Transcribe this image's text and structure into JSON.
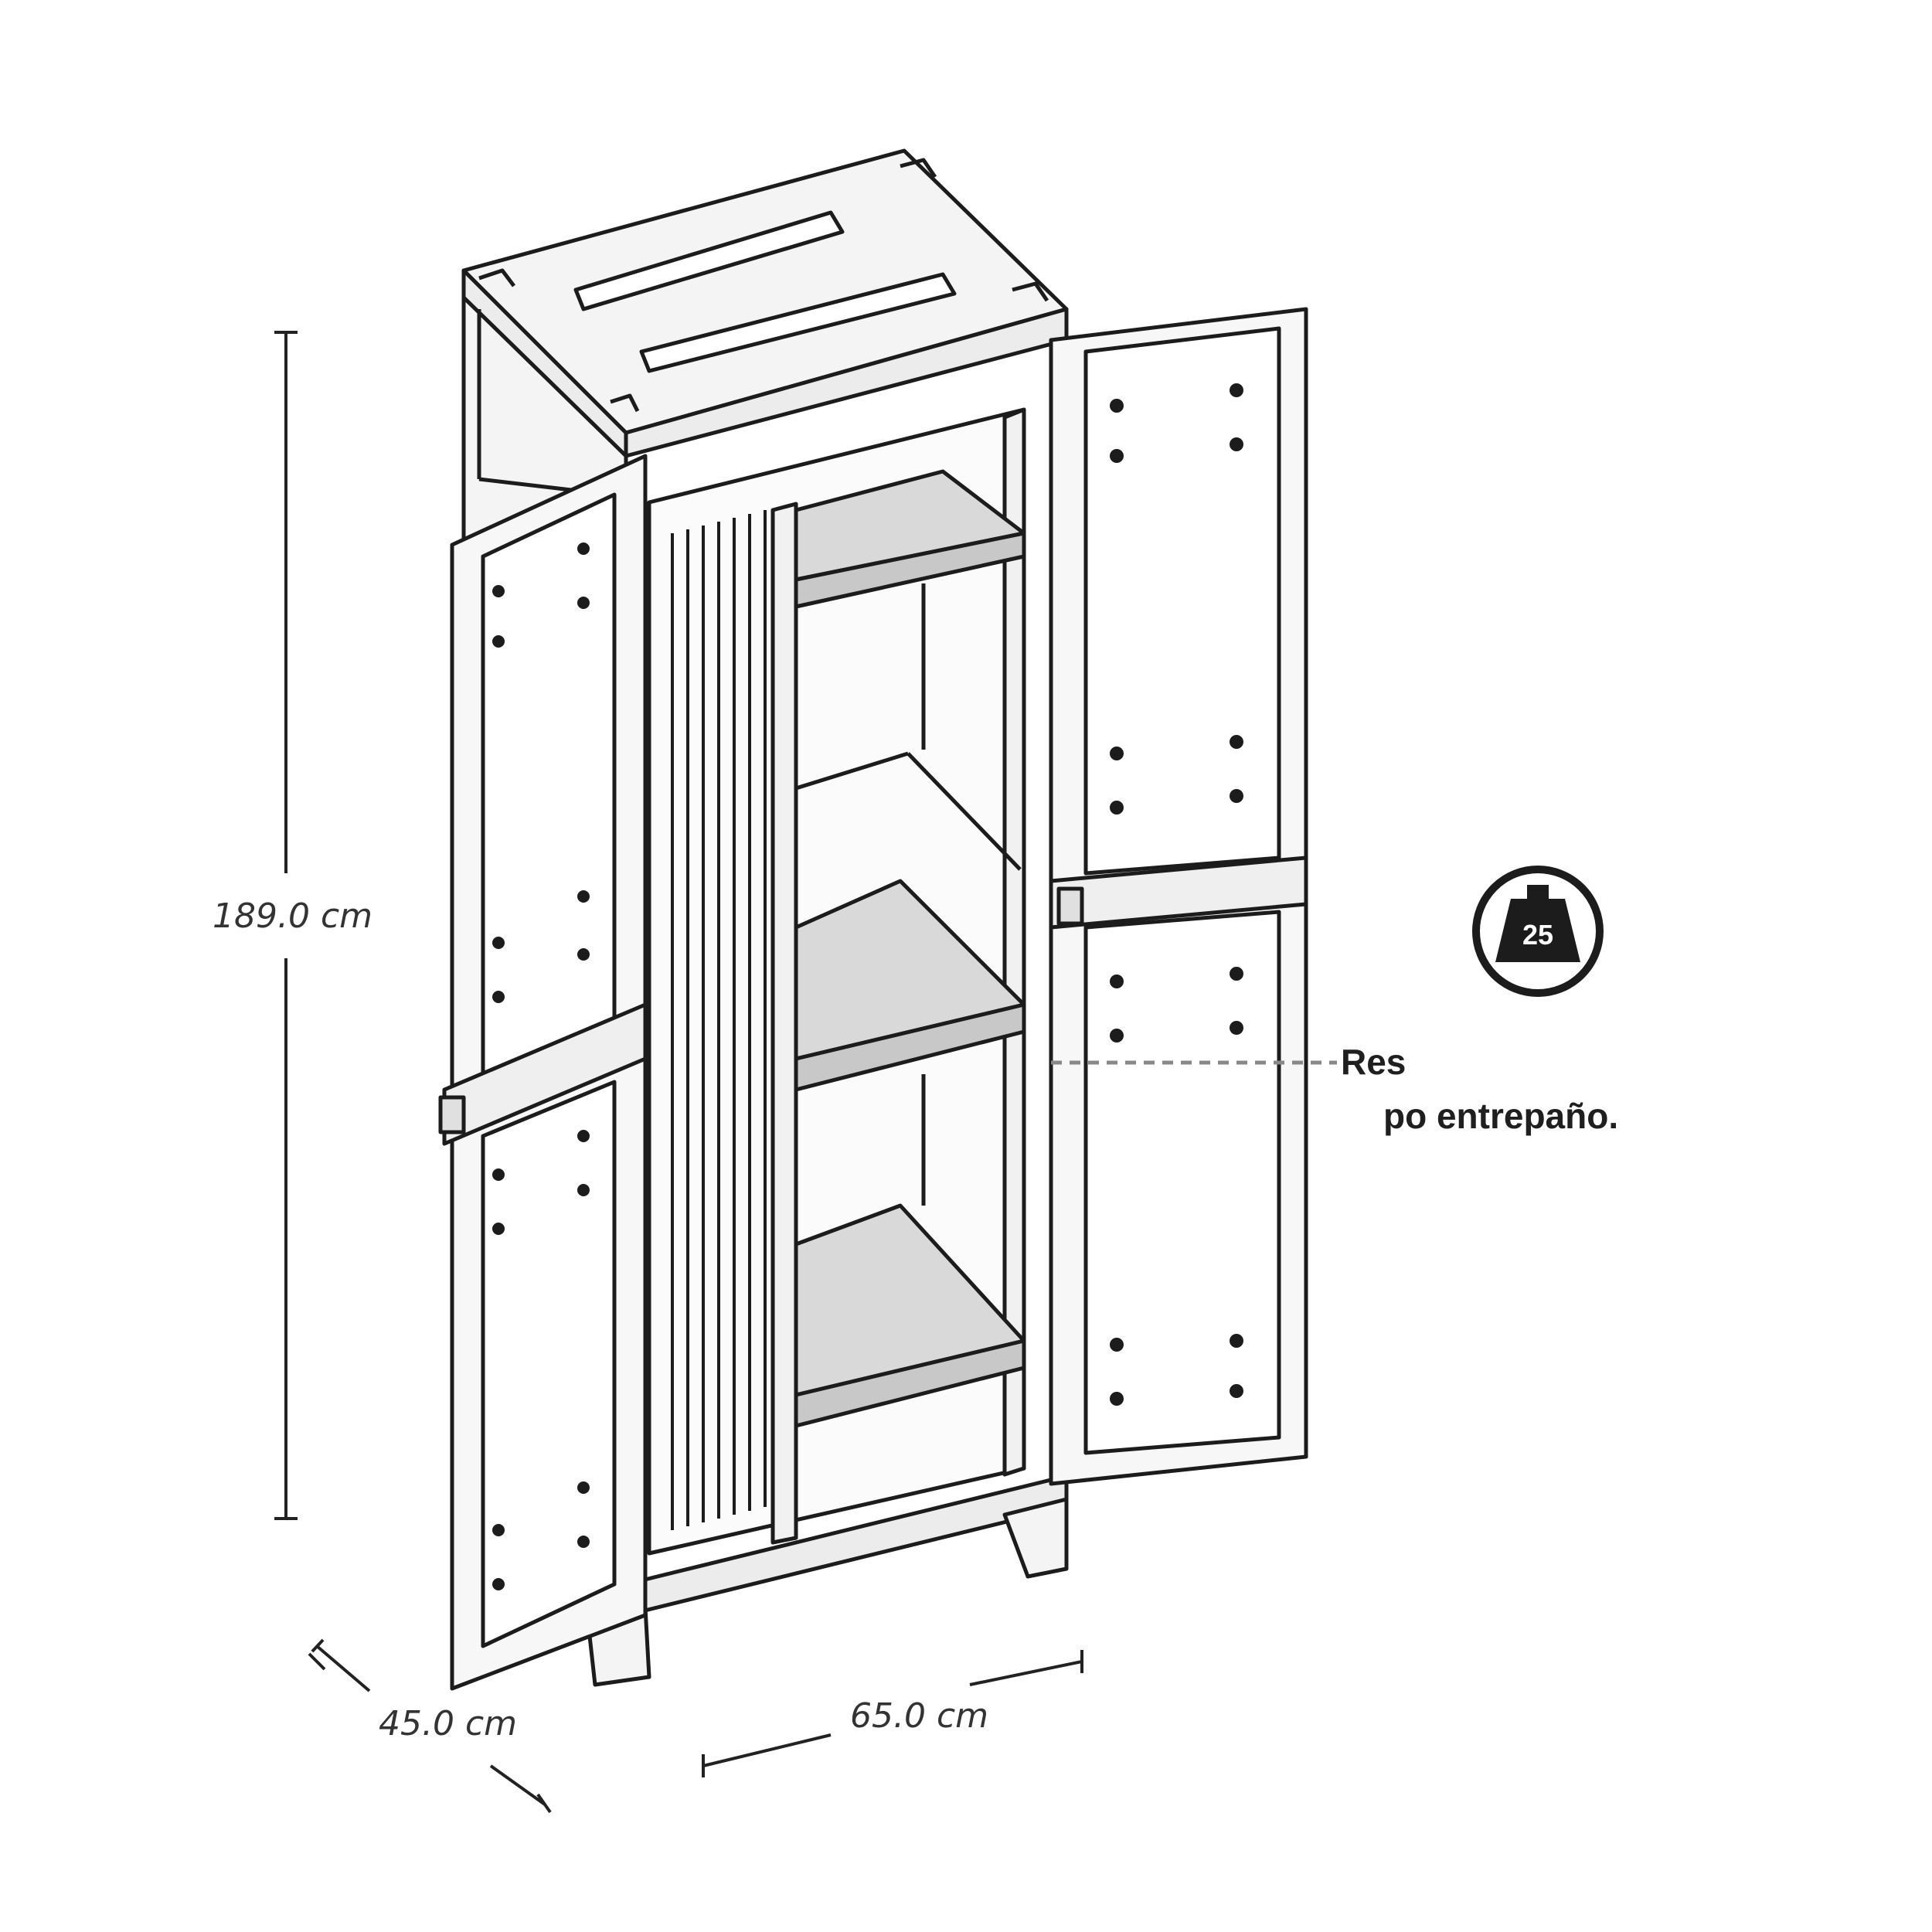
{
  "dimensions": {
    "height_label": "189.0 cm",
    "depth_label": "45.0 cm",
    "width_label": "65.0 cm"
  },
  "load_badge": {
    "icon": "weight-icon",
    "value": "25"
  },
  "callout": {
    "line1": "Res",
    "line2": "po entrepaño."
  },
  "colors": {
    "line": "#1c1c1c",
    "shelf": "#d9d9d9",
    "panel": "#f4f4f4"
  }
}
